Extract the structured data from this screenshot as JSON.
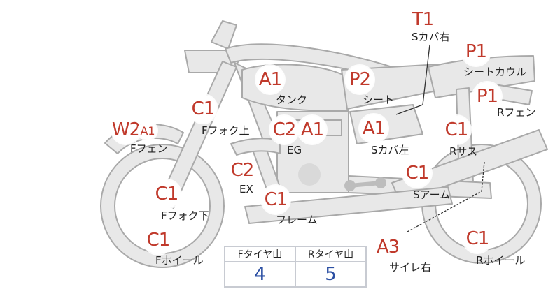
{
  "parts": [
    {
      "id": "tank",
      "grade": "A1",
      "label": "タンク"
    },
    {
      "id": "seat",
      "grade": "P2",
      "label": "シート"
    },
    {
      "id": "s-cover-right",
      "grade": "T1",
      "label": "Sカバ右"
    },
    {
      "id": "seat-cowl",
      "grade": "P1",
      "label": "シートカウル"
    },
    {
      "id": "r-fender",
      "grade": "P1",
      "label": "Rフェン"
    },
    {
      "id": "f-fork-upper",
      "grade": "C1",
      "label": "Fフォク上"
    },
    {
      "id": "eg",
      "grades": [
        "C2",
        "A1"
      ],
      "label": "EG"
    },
    {
      "id": "s-cover-left",
      "grade": "A1",
      "label": "Sカバ左"
    },
    {
      "id": "r-suspension",
      "grade": "C1",
      "label": "Rサス"
    },
    {
      "id": "f-fender",
      "grades": [
        "W2",
        "A1"
      ],
      "label": "Fフェン"
    },
    {
      "id": "ex",
      "grade": "C2",
      "label": "EX"
    },
    {
      "id": "frame",
      "grade": "C1",
      "label": "フレーム"
    },
    {
      "id": "f-fork-lower",
      "grade": "C1",
      "label": "Fフォク下"
    },
    {
      "id": "s-arm",
      "grade": "C1",
      "label": "Sアーム"
    },
    {
      "id": "f-wheel",
      "grade": "C1",
      "label": "Fホイール"
    },
    {
      "id": "muffler-right",
      "grade": "A3",
      "label": "サイレ右"
    },
    {
      "id": "r-wheel",
      "grade": "C1",
      "label": "Rホイール"
    }
  ],
  "tires": {
    "front_label": "Fタイヤ山",
    "rear_label": "Rタイヤ山",
    "front_value": "4",
    "rear_value": "5"
  },
  "colors": {
    "body": "#e8e8e8",
    "outline": "#a9a9a9",
    "grade_text": "#c0392b",
    "tire_value": "#2b4fa3"
  }
}
